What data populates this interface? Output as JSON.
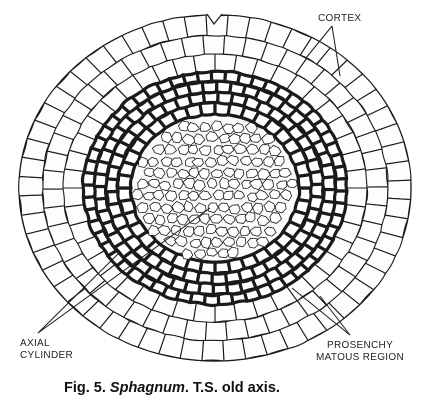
{
  "labels": {
    "cortex": "CORTEX",
    "axial_line1": "AXIAL",
    "axial_line2": "CYLINDER",
    "prosench_line1": "PROSENCHY",
    "prosench_line2": "MATOUS REGION"
  },
  "caption": {
    "prefix": "Fig. 5. ",
    "genus": "Sphagnum",
    "suffix": ". T.S. old axis."
  },
  "colors": {
    "ink": "#1a1a1a",
    "background": "#ffffff"
  }
}
